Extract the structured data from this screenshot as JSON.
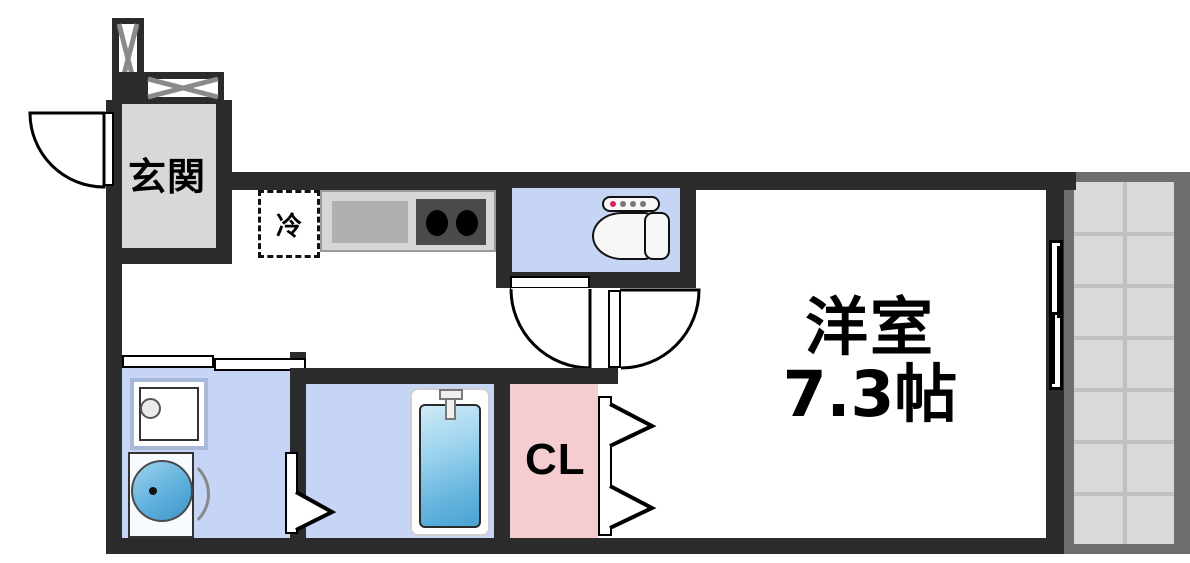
{
  "plan": {
    "type": "floor-plan",
    "unit_layout": "1K",
    "rooms": [
      {
        "key": "genkan",
        "label": "玄関",
        "floor_color": "#d8d8d8"
      },
      {
        "key": "main",
        "label_line1": "洋室",
        "label_line2": "7.3帖",
        "area_jo": 7.3,
        "floor_color": "#ffffff"
      },
      {
        "key": "closet",
        "label": "CL",
        "floor_color": "#f5cdd0"
      },
      {
        "key": "toilet",
        "label": "",
        "floor_color": "#c6d4f5"
      },
      {
        "key": "washroom",
        "label": "",
        "floor_color": "#c6d4f5"
      },
      {
        "key": "bath",
        "label": "",
        "floor_color": "#c6d4f5"
      },
      {
        "key": "balcony",
        "label": "",
        "floor_color": "#d9d9d9"
      }
    ],
    "fixtures": [
      {
        "name": "refrigerator-space",
        "label": "冷"
      },
      {
        "name": "kitchen-counter",
        "label": ""
      },
      {
        "name": "gas-stove",
        "burners": 2
      },
      {
        "name": "toilet",
        "label": ""
      },
      {
        "name": "washing-machine-space",
        "label": ""
      },
      {
        "name": "wash-basin",
        "label": ""
      },
      {
        "name": "bathtub",
        "label": ""
      }
    ],
    "colors": {
      "wall": "#2b2b2b",
      "water_area": "#c6d4f5",
      "closet": "#f5cdd0",
      "entrance": "#d8d8d8",
      "balcony_frame": "#6e6e6e",
      "balcony_fill": "#d9d9d9",
      "line": "#000000"
    },
    "labels": {
      "genkan": "玄関",
      "closet": "CL",
      "fridge": "冷",
      "room_name": "洋室",
      "room_size": "7.3帖"
    }
  }
}
